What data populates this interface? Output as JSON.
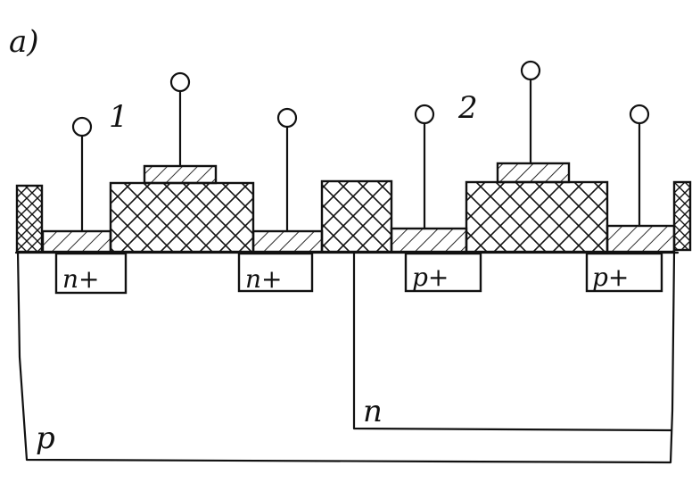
{
  "figure_label": "a)",
  "device_labels": [
    "1",
    "2"
  ],
  "region_labels": {
    "n_plus_left": "n+",
    "n_plus_right": "n+",
    "p_plus_left": "p+",
    "p_plus_right": "p+",
    "n_well": "n",
    "p_substrate": "p"
  },
  "colors": {
    "ink": "#111111",
    "background": "#ffffff"
  }
}
